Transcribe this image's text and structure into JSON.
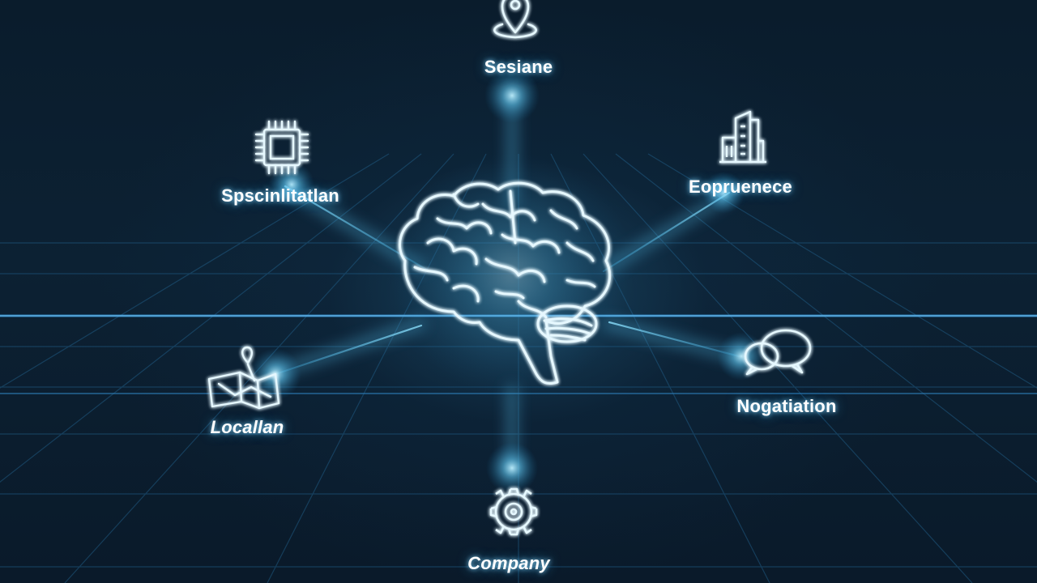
{
  "palette": {
    "background": "#071624",
    "grid": "#1f5a82",
    "glow": "#7fdcff",
    "stroke": "#dff6ff",
    "label": "#ffffff"
  },
  "center": {
    "icon": "brain-icon"
  },
  "nodes": {
    "top": {
      "label": "Sesiane",
      "icon": "map-pin-icon"
    },
    "upper_left": {
      "label": "Spscinlitatlan",
      "icon": "chip-icon"
    },
    "upper_right": {
      "label": "Eopruenece",
      "icon": "building-icon"
    },
    "lower_left": {
      "label": "Locallan",
      "icon": "map-icon"
    },
    "lower_right": {
      "label": "Nogatiation",
      "icon": "chat-bubbles-icon"
    },
    "bottom": {
      "label": "Company",
      "icon": "gear-icon"
    }
  }
}
